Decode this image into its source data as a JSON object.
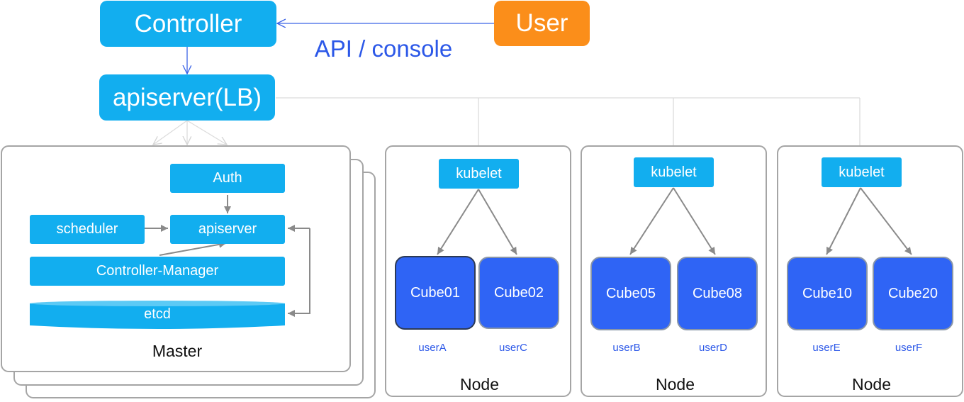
{
  "top": {
    "controller": "Controller",
    "user": "User",
    "api_label": "API / console",
    "apiserver_lb": "apiserver(LB)"
  },
  "master": {
    "caption": "Master",
    "auth": "Auth",
    "scheduler": "scheduler",
    "apiserver": "apiserver",
    "controller_manager": "Controller-Manager",
    "etcd": "etcd"
  },
  "nodes": [
    {
      "caption": "Node",
      "kubelet": "kubelet",
      "cubes": [
        {
          "name": "Cube01",
          "user": "userA"
        },
        {
          "name": "Cube02",
          "user": "userC"
        }
      ]
    },
    {
      "caption": "Node",
      "kubelet": "kubelet",
      "cubes": [
        {
          "name": "Cube05",
          "user": "userB"
        },
        {
          "name": "Cube08",
          "user": "userD"
        }
      ]
    },
    {
      "caption": "Node",
      "kubelet": "kubelet",
      "cubes": [
        {
          "name": "Cube10",
          "user": "userE"
        },
        {
          "name": "Cube20",
          "user": "userF"
        }
      ]
    }
  ],
  "colors": {
    "box_blue": "#12aeef",
    "user_orange": "#fb8e1a",
    "cube_blue": "#2f64f5",
    "label_blue": "#2c58e8",
    "card_border": "#a5a5a5"
  }
}
